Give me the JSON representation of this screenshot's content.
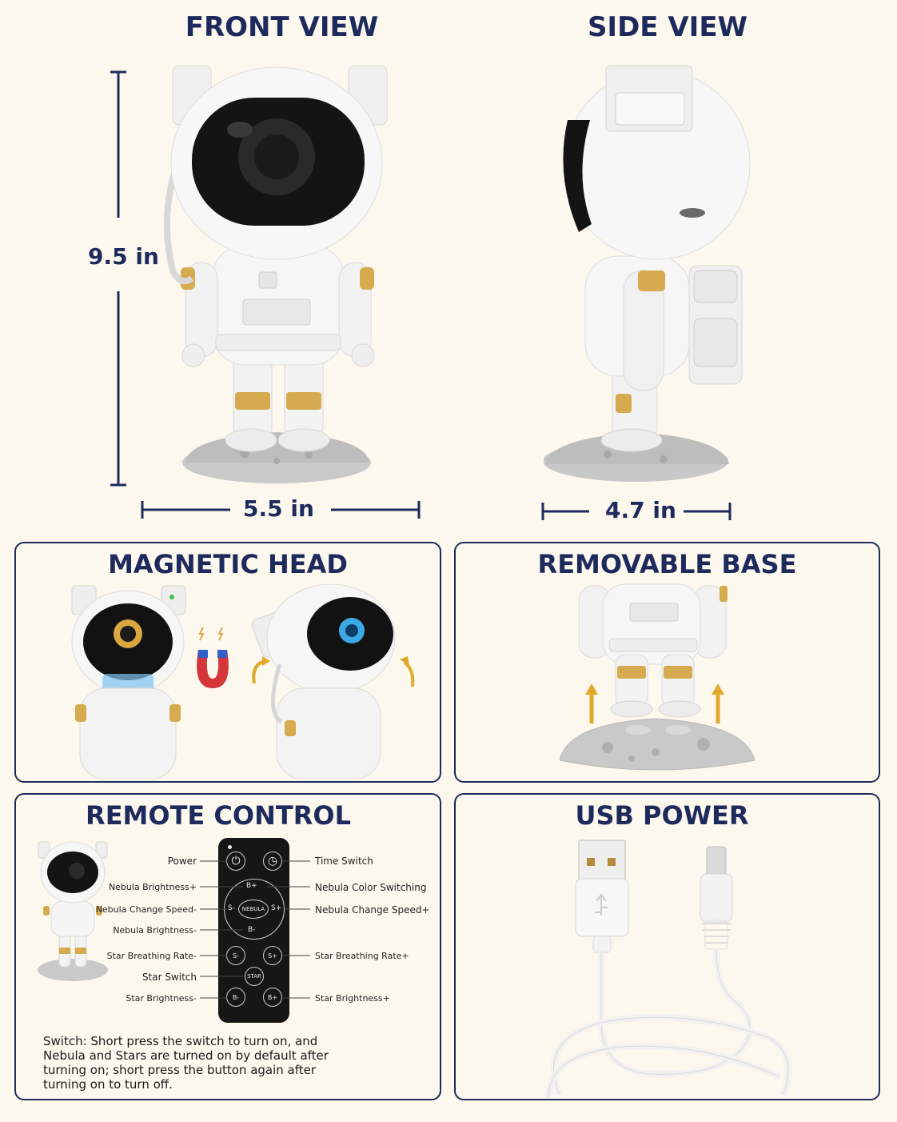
{
  "front": {
    "title": "FRONT VIEW",
    "height": "9.5 in",
    "width": "5.5 in"
  },
  "side": {
    "title": "SIDE VIEW",
    "width": "4.7 in"
  },
  "magnetic": {
    "title": "MAGNETIC HEAD"
  },
  "base": {
    "title": "REMOVABLE BASE"
  },
  "remote": {
    "title": "REMOTE CONTROL",
    "left_labels": [
      "Power",
      "Nebula Brightness+",
      "Nebula Change Speed-",
      "Nebula Brightness-",
      "Star Breathing Rate-",
      "Star Switch",
      "Star Brightness-"
    ],
    "right_labels": [
      "Time Switch",
      "Nebula Color Switching",
      "Nebula Change Speed+",
      "Star Breathing Rate+",
      "Star Brightness+"
    ],
    "buttons": {
      "b_plus": "B+",
      "s_minus": "S-",
      "nebula": "NEBULA",
      "s_plus": "S+",
      "b_minus": "B-",
      "star_s_minus": "S-",
      "star_s_plus": "S+",
      "star": "STAR",
      "star_b_minus": "B-",
      "star_b_plus": "B+"
    },
    "note": "Switch: Short press the switch to turn on, and Nebula and Stars are turned on by default after turning on; short press the button again after turning on to turn off."
  },
  "usb": {
    "title": "USB POWER"
  },
  "colors": {
    "navy": "#1e2a5c",
    "gold": "#d6aa4e",
    "background": "#fdf8ee"
  }
}
